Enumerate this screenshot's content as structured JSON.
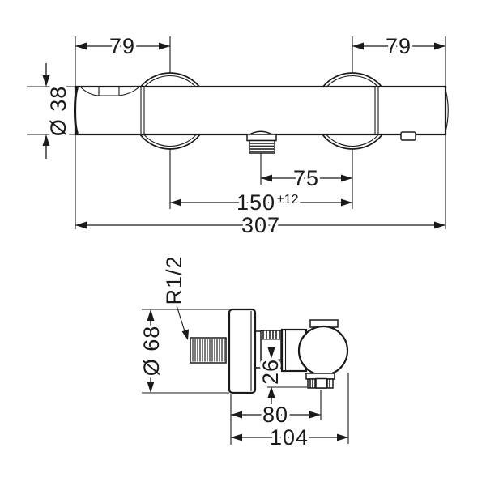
{
  "drawing": {
    "description": "Thermostatic shower mixer dimensional drawing, two orthographic views",
    "line_color": "#1a1a1a",
    "background_color": "#ffffff"
  },
  "top_view": {
    "left_spacing": "79",
    "right_spacing": "79",
    "pipe_diameter": "Ø 38",
    "outlet_to_right_center": "75",
    "connection_centers": "150",
    "connection_tolerance": "±12",
    "total_width": "307"
  },
  "side_view": {
    "thread_size": "R1/2",
    "escutcheon_diameter": "Ø 68",
    "outlet_offset": "26",
    "wall_to_outlet": "80",
    "total_depth": "104"
  }
}
